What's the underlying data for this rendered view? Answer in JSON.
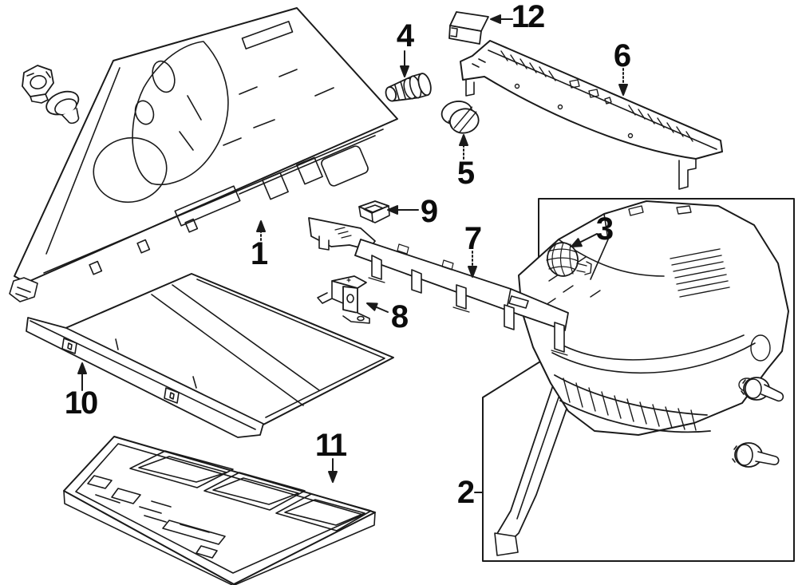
{
  "diagram": {
    "title_hidden": "",
    "background_color": "#ffffff",
    "line_color": "#1a1a1a",
    "label_color": "#0c0c0c",
    "callouts": [
      {
        "number": "1",
        "name": "quarter-trim-panel-left"
      },
      {
        "number": "2",
        "name": "quarter-trim-panel-right-boxed"
      },
      {
        "number": "3",
        "name": "net-knob-retainer"
      },
      {
        "number": "4",
        "name": "stud-clip-fastener"
      },
      {
        "number": "5",
        "name": "twist-lock-fastener"
      },
      {
        "number": "6",
        "name": "rear-sill-scuff-plate"
      },
      {
        "number": "7",
        "name": "floor-support-rail"
      },
      {
        "number": "8",
        "name": "mounting-bracket"
      },
      {
        "number": "9",
        "name": "storage-cup"
      },
      {
        "number": "10",
        "name": "cargo-cover-panel"
      },
      {
        "number": "11",
        "name": "storage-tray-insert"
      },
      {
        "number": "12",
        "name": "access-cover-block"
      }
    ]
  }
}
